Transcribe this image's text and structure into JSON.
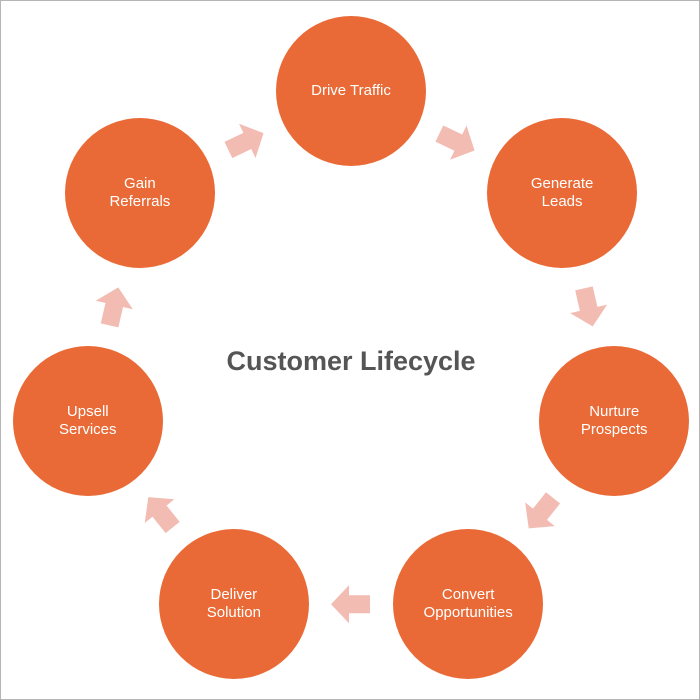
{
  "title": "Customer Lifecycle",
  "colors": {
    "node_fill": "#e96a36",
    "arrow_fill": "#f2bcb2",
    "title_text": "#555555",
    "node_text": "#ffffff"
  },
  "steps": [
    {
      "label": "Drive Traffic"
    },
    {
      "label": "Generate\nLeads"
    },
    {
      "label": "Nurture\nProspects"
    },
    {
      "label": "Convert\nOpportunities"
    },
    {
      "label": "Deliver\nSolution"
    },
    {
      "label": "Upsell\nServices"
    },
    {
      "label": "Gain\nReferrals"
    }
  ]
}
